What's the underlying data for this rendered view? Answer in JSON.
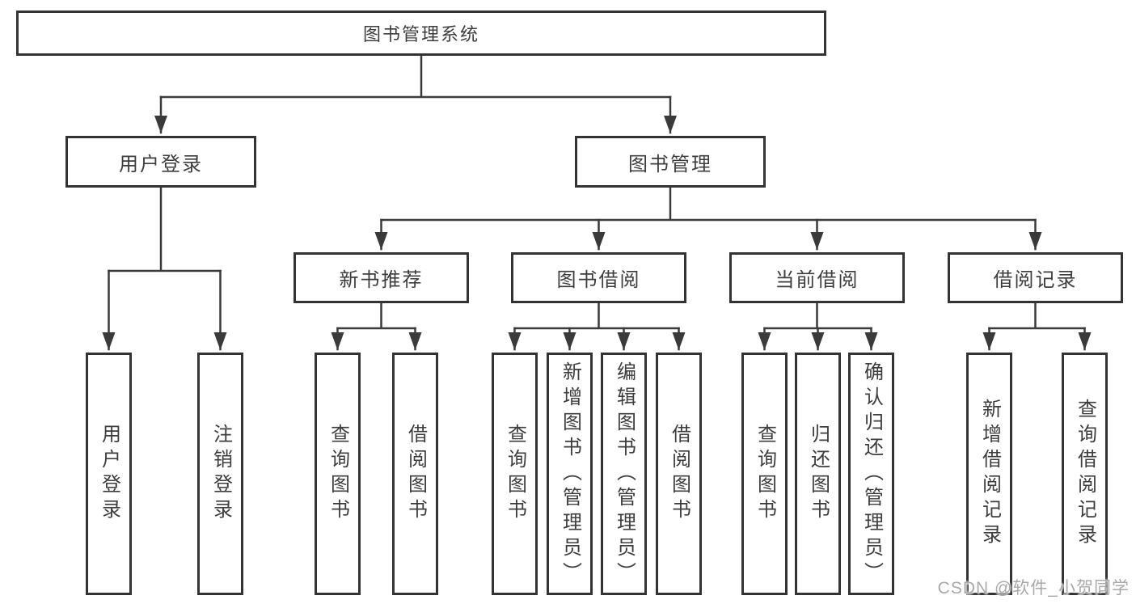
{
  "colors": {
    "line": "#3a3a3a",
    "box_border": "#333333",
    "text": "#3d3d3d",
    "watermark": "#a9a9a9",
    "background": "#ffffff"
  },
  "diagram": {
    "root": {
      "label": "图书管理系统"
    },
    "branches": [
      {
        "label": "用户登录",
        "leaves": [
          {
            "label": "用户登录"
          },
          {
            "label": "注销登录"
          }
        ]
      },
      {
        "label": "图书管理",
        "groups": [
          {
            "label": "新书推荐",
            "leaves": [
              {
                "label": "查询图书"
              },
              {
                "label": "借阅图书"
              }
            ]
          },
          {
            "label": "图书借阅",
            "leaves": [
              {
                "label": "查询图书"
              },
              {
                "label": "新增图书（管理员）"
              },
              {
                "label": "编辑图书（管理员）"
              },
              {
                "label": "借阅图书"
              }
            ]
          },
          {
            "label": "当前借阅",
            "leaves": [
              {
                "label": "查询图书"
              },
              {
                "label": "归还图书"
              },
              {
                "label": "确认归还（管理员）"
              }
            ]
          },
          {
            "label": "借阅记录",
            "leaves": [
              {
                "label": "新增借阅记录"
              },
              {
                "label": "查询借阅记录"
              }
            ]
          }
        ]
      }
    ]
  },
  "watermark": {
    "text": "CSDN @软件_小贺同学"
  }
}
